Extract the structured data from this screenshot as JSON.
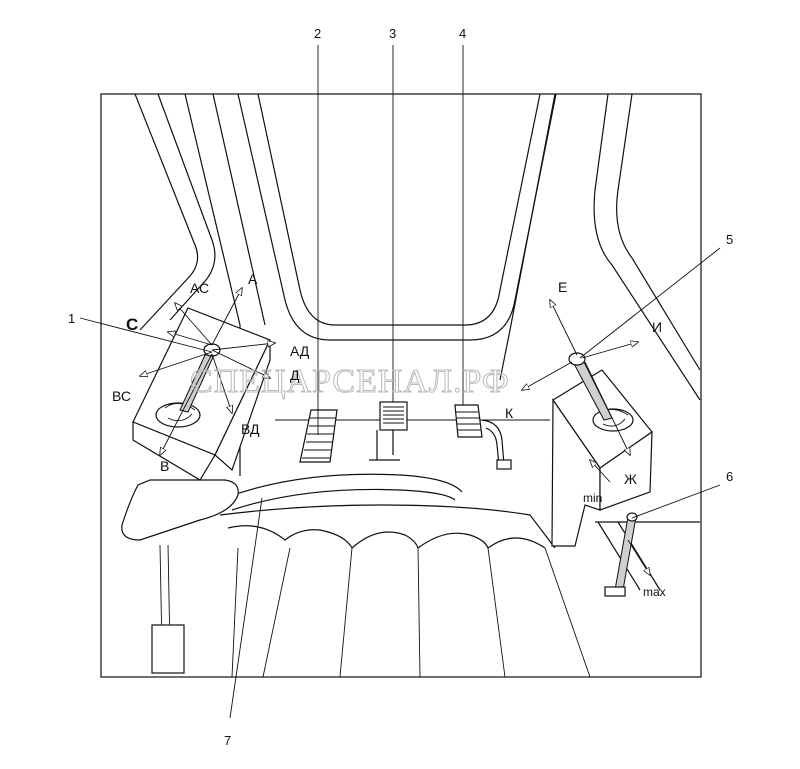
{
  "callouts": {
    "c1": "1",
    "c2": "2",
    "c3": "3",
    "c4": "4",
    "c5": "5",
    "c6": "6",
    "c7": "7"
  },
  "left_joystick": {
    "a": "А",
    "ac": "АС",
    "c": "С",
    "ad": "АД",
    "d": "Д",
    "bc": "ВС",
    "bd": "ВД",
    "b": "В"
  },
  "right_joystick": {
    "e": "Е",
    "i": "И",
    "k": "К",
    "zh": "Ж"
  },
  "throttle": {
    "min": "min",
    "max": "max"
  },
  "watermark": "СПЕЦАРСЕНАЛ.РФ",
  "colors": {
    "line": "#111111",
    "watermark": "#b8b8b8"
  }
}
